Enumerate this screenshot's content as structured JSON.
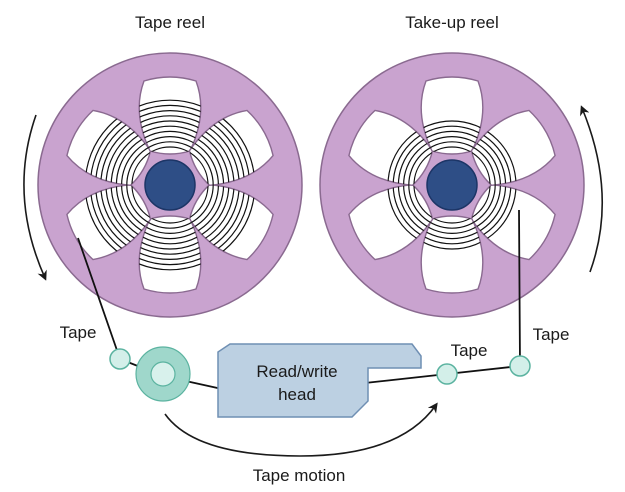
{
  "labels": {
    "tape_reel": "Tape reel",
    "takeup_reel": "Take-up reel",
    "tape_left": "Tape",
    "tape_middle": "Tape",
    "tape_right": "Tape",
    "head_line1": "Read/write",
    "head_line2": "head",
    "tape_motion": "Tape motion"
  },
  "colors": {
    "reel_fill": "#c9a3cf",
    "reel_stroke": "#8a6a90",
    "hub_fill": "#2e4e86",
    "hub_stroke": "#1c3566",
    "guide_fill": "#d3efe9",
    "guide_stroke": "#5bb3a0",
    "capstan_outer": "#9fd7cb",
    "capstan_inner": "#d8f1ec",
    "head_fill": "#bcd0e2",
    "head_stroke": "#6f8fb3",
    "tape": "#111111",
    "arrow": "#1a1a1a"
  },
  "icons": {
    "supply_reel": "tape-reel-icon",
    "takeup_reel": "takeup-reel-icon",
    "guide_roller": "guide-roller-icon",
    "capstan": "capstan-icon",
    "head": "read-write-head-icon",
    "arrow": "curved-arrow-icon"
  }
}
